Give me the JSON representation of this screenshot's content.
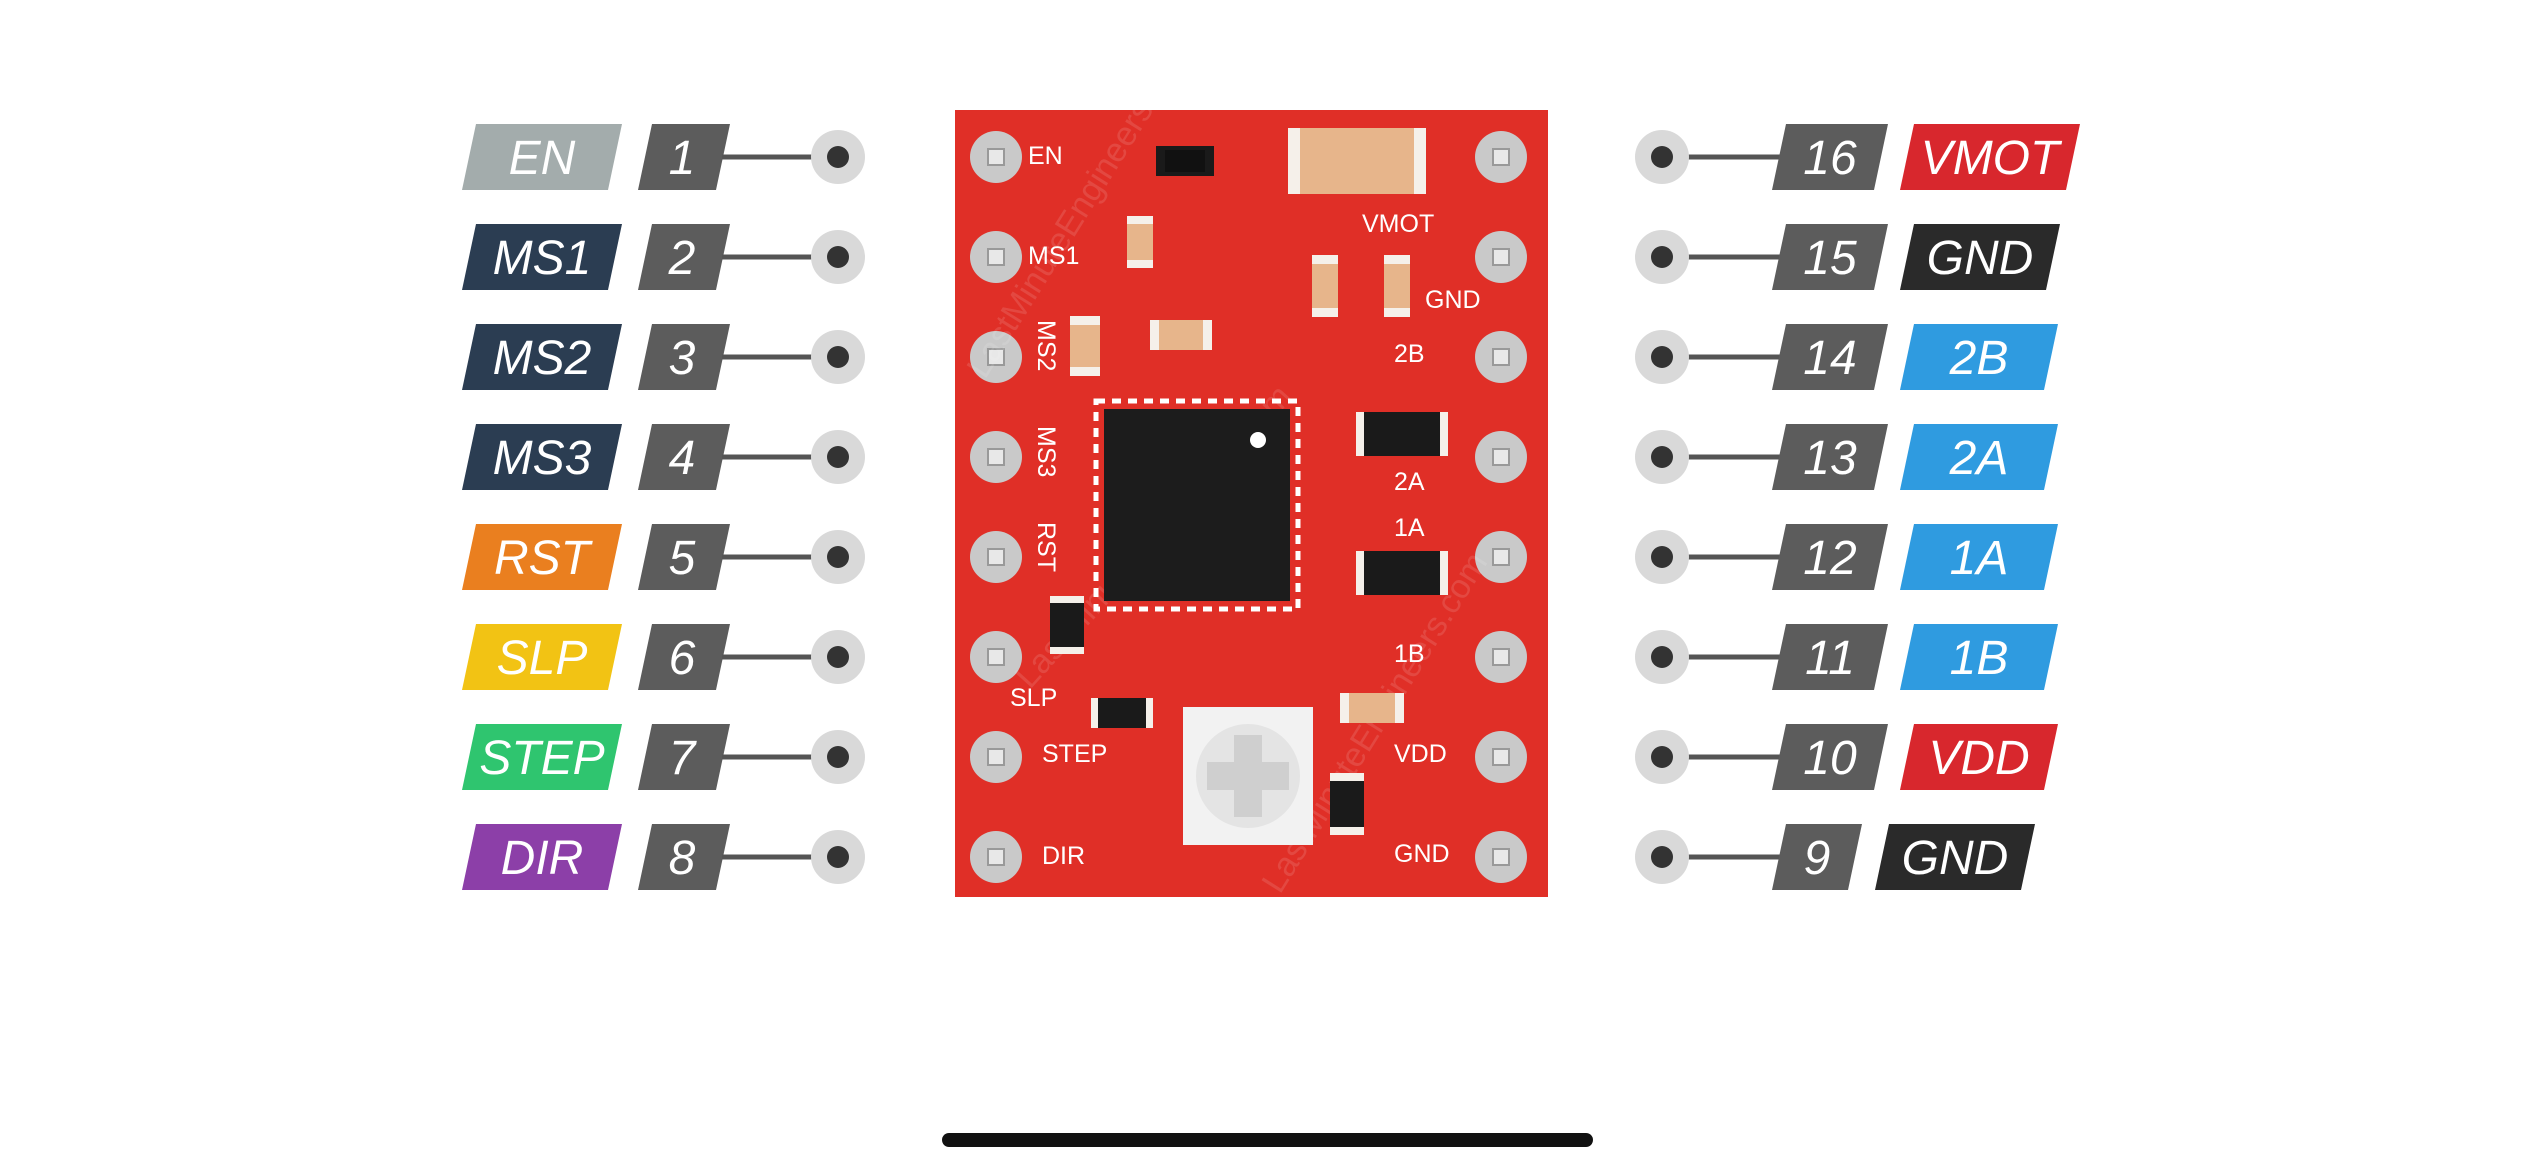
{
  "pinout": {
    "left_pins": [
      {
        "number": "1",
        "label": "EN",
        "color": "#a3acac"
      },
      {
        "number": "2",
        "label": "MS1",
        "color": "#2b3d52"
      },
      {
        "number": "3",
        "label": "MS2",
        "color": "#2b3d52"
      },
      {
        "number": "4",
        "label": "MS3",
        "color": "#2b3d52"
      },
      {
        "number": "5",
        "label": "RST",
        "color": "#ea7f1f"
      },
      {
        "number": "6",
        "label": "SLP",
        "color": "#f2c314"
      },
      {
        "number": "7",
        "label": "STEP",
        "color": "#2fc56f"
      },
      {
        "number": "8",
        "label": "DIR",
        "color": "#8c3fa8"
      }
    ],
    "right_pins": [
      {
        "number": "16",
        "label": "VMOT",
        "color": "#d8272d"
      },
      {
        "number": "15",
        "label": "GND",
        "color": "#2a2a2a"
      },
      {
        "number": "14",
        "label": "2B",
        "color": "#2f9be0"
      },
      {
        "number": "13",
        "label": "2A",
        "color": "#2f9be0"
      },
      {
        "number": "12",
        "label": "1A",
        "color": "#2f9be0"
      },
      {
        "number": "11",
        "label": "1B",
        "color": "#2f9be0"
      },
      {
        "number": "10",
        "label": "VDD",
        "color": "#d8272d"
      },
      {
        "number": "9",
        "label": "GND",
        "color": "#2a2a2a"
      }
    ],
    "number_tag_color": "#5c5c5c",
    "board_color": "#e02f27",
    "board_silkscreen": {
      "en": "EN",
      "ms1": "MS1",
      "ms2": "MS2",
      "ms3": "MS3",
      "rst": "RST",
      "slp": "SLP",
      "step": "STEP",
      "dir": "DIR",
      "vmot": "VMOT",
      "gnd_top": "GND",
      "b2": "2B",
      "a2": "2A",
      "a1": "1A",
      "b1": "1B",
      "vdd": "VDD",
      "gnd_bottom": "GND"
    },
    "watermark": "LastMinuteEngineers.com"
  }
}
